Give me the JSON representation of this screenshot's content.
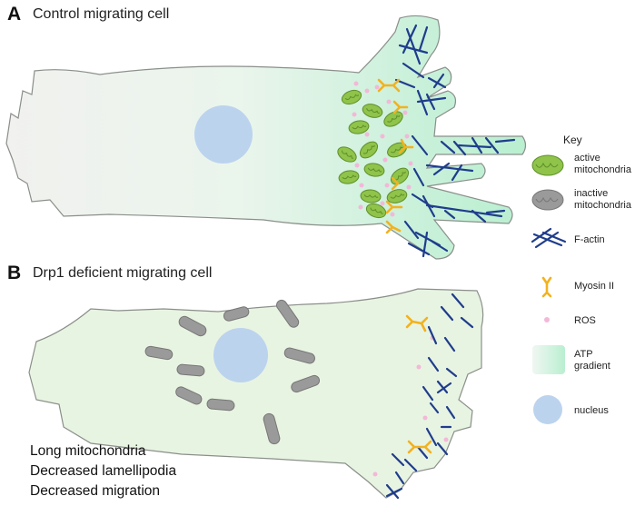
{
  "panel_a": {
    "letter": "A",
    "title": "Control migrating cell"
  },
  "panel_b": {
    "letter": "B",
    "title": "Drp1 deficient migrating cell",
    "notes": [
      "Long mitochondria",
      "Decreased lamellipodia",
      "Decreased migration"
    ]
  },
  "key": {
    "title": "Key",
    "items": [
      {
        "icon": "active-mitochondria-icon",
        "lines": [
          "active",
          "mitochondria"
        ]
      },
      {
        "icon": "inactive-mitochondria-icon",
        "lines": [
          "inactive",
          "mitochondria"
        ]
      },
      {
        "icon": "f-actin-icon",
        "lines": [
          "F-actin"
        ]
      },
      {
        "icon": "myosin-ii-icon",
        "lines": [
          "Myosin II"
        ]
      },
      {
        "icon": "ros-icon",
        "lines": [
          "ROS"
        ]
      },
      {
        "icon": "atp-gradient-icon",
        "lines": [
          "ATP",
          "gradient"
        ]
      },
      {
        "icon": "nucleus-icon",
        "lines": [
          "nucleus"
        ]
      }
    ]
  },
  "colors": {
    "active_mito": "#8fc34a",
    "inactive_mito": "#9a9a9a",
    "actin": "#1f3d8c",
    "myosin": "#f2b21f",
    "ros": "#f3b8d8",
    "nucleus": "#bcd3ee",
    "atp_gradient": "#c4f0d6",
    "cell_b": "#e8f4e2"
  }
}
